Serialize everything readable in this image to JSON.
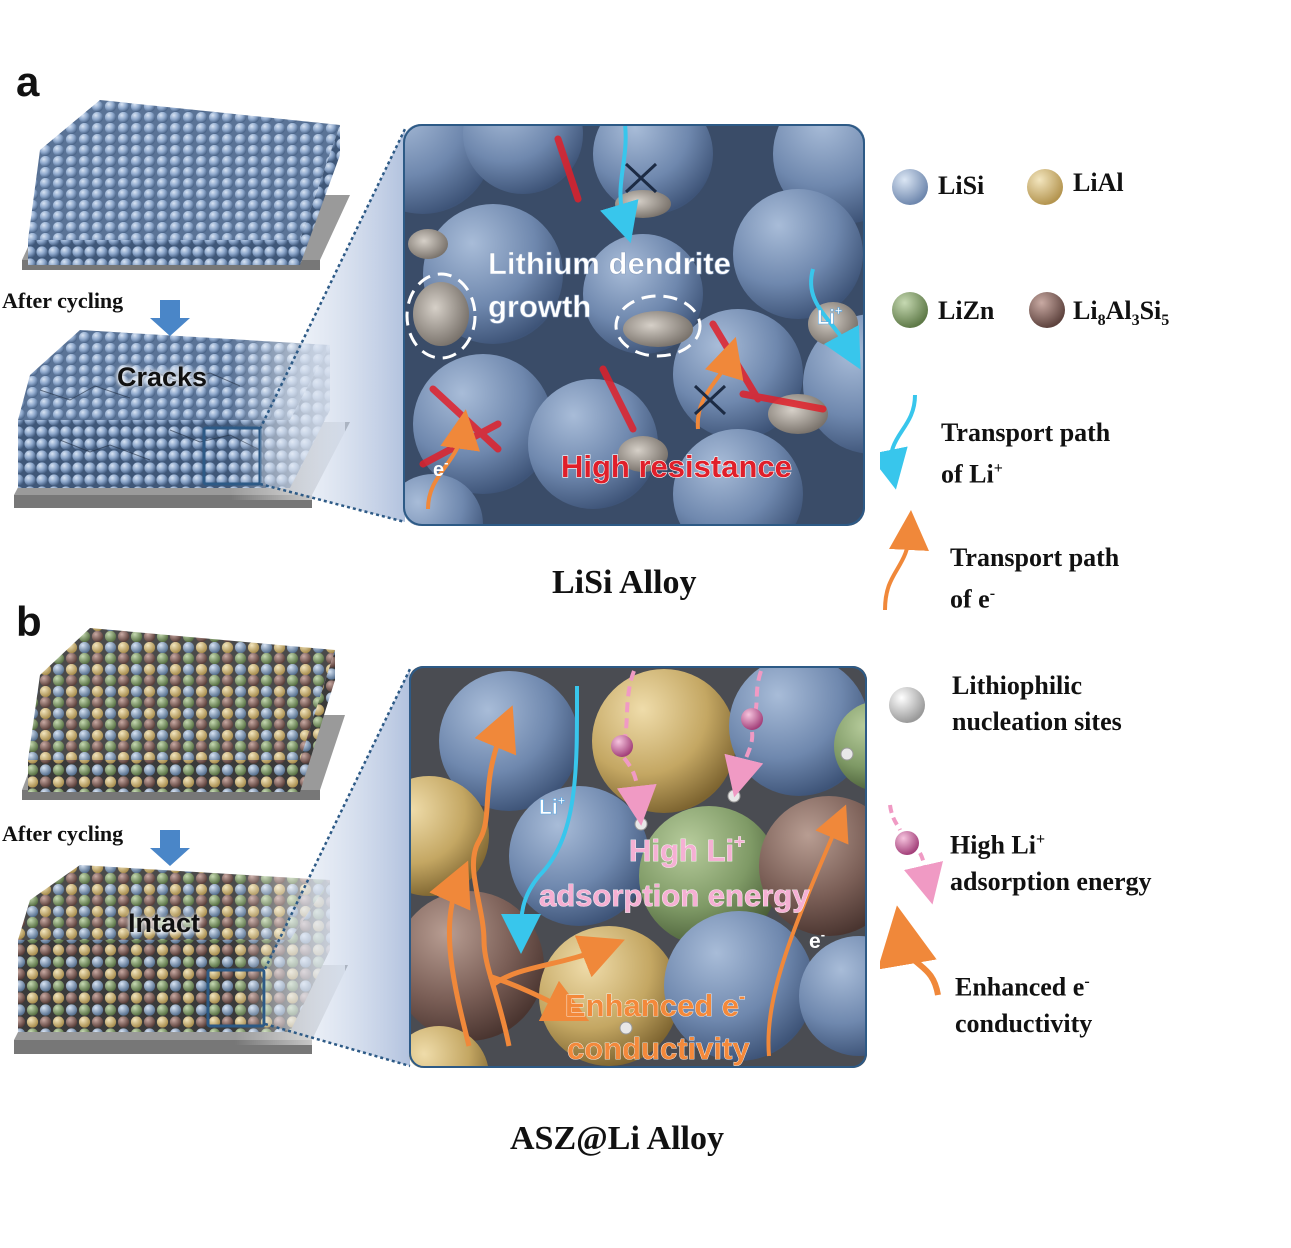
{
  "panels": {
    "a": {
      "letter": "a",
      "after_cycling": "After cycling",
      "state_label": "Cracks",
      "caption": "LiSi Alloy",
      "zoom": {
        "label_dendrite_line1": "Lithium dendrite",
        "label_dendrite_line2": "growth",
        "label_resistance": "High resistance",
        "label_li": "Li",
        "label_li_sup": "+",
        "label_e": "e",
        "label_e_sup": "-"
      }
    },
    "b": {
      "letter": "b",
      "after_cycling": "After cycling",
      "state_label": "Intact",
      "caption": "ASZ@Li Alloy",
      "zoom": {
        "label_ads_line1": "High Li",
        "label_ads_sup": "+",
        "label_ads_line2": "adsorption energy",
        "label_cond_line1": "Enhanced e",
        "label_cond_sup": "-",
        "label_cond_line2": "conductivity",
        "label_li": "Li",
        "label_li_sup": "+",
        "label_e": "e",
        "label_e_sup": "-"
      }
    }
  },
  "legend": {
    "lisi": "LiSi",
    "lial": "LiAl",
    "lizn": "LiZn",
    "li8al3si5": {
      "p1": "Li",
      "s1": "8",
      "p2": "Al",
      "s2": "3",
      "p3": "Si",
      "s3": "5"
    },
    "li_path": {
      "line1": "Transport path",
      "line2": "of Li",
      "sup": "+"
    },
    "e_path": {
      "line1": "Transport path",
      "line2": "of e",
      "sup": "-"
    },
    "nucleation": {
      "line1": "Lithiophilic",
      "line2": "nucleation sites"
    },
    "adsorption": {
      "line1": "High Li",
      "sup": "+",
      "line2": "adsorption energy"
    },
    "conductivity": {
      "line1": "Enhanced e",
      "sup": "-",
      "line2": "conductivity"
    }
  },
  "colors": {
    "lisi": "#8fa8c8",
    "lial": "#d7bf82",
    "lizn": "#7f9a66",
    "li8al3si5": "#7a5a55",
    "li_path": "#38c6ec",
    "e_path": "#f0883a",
    "crack": "#e0202a",
    "adsorption": "#e07ab0"
  }
}
